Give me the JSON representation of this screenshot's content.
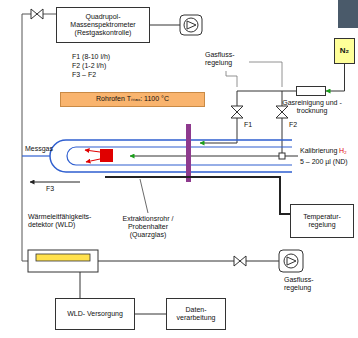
{
  "diagram": {
    "nodes": [
      {
        "text": [
          "Quadrupol- Massenspektrometer (Restgaskontrolle)"
        ]
      },
      {
        "text": [
          "N₂"
        ]
      },
      {
        "text": [
          "Gasreinigung und -trocknung"
        ]
      },
      {
        "text": [
          "Rohrofen Tₘₐₓ: 1100 °C"
        ]
      },
      {
        "text": [
          "Temperatur- regelung"
        ]
      },
      {
        "text": [
          "WLD- Versorgung"
        ]
      },
      {
        "text": [
          "Daten- verarbeitung"
        ]
      }
    ],
    "edges": [
      {
        "from": 1,
        "to": 2,
        "arrow": "to"
      },
      {
        "from": 5,
        "to": 6,
        "arrow": "none"
      }
    ],
    "labels": [
      "F1 (8-10 l/h)",
      "F2 (1-2 l/h)",
      "F3 – F2",
      "Gasfluss- regelung",
      "F1",
      "F2",
      "Kalibrierung",
      "H₂",
      "5 – 200 µl (ND)",
      "Messgas",
      "F3",
      "Wärmeleitfähigkeits- detektor (WLD)",
      "Extraktionsrohr / Probenhalter (Quarzglas)",
      "Gasfluss- regelung"
    ]
  }
}
